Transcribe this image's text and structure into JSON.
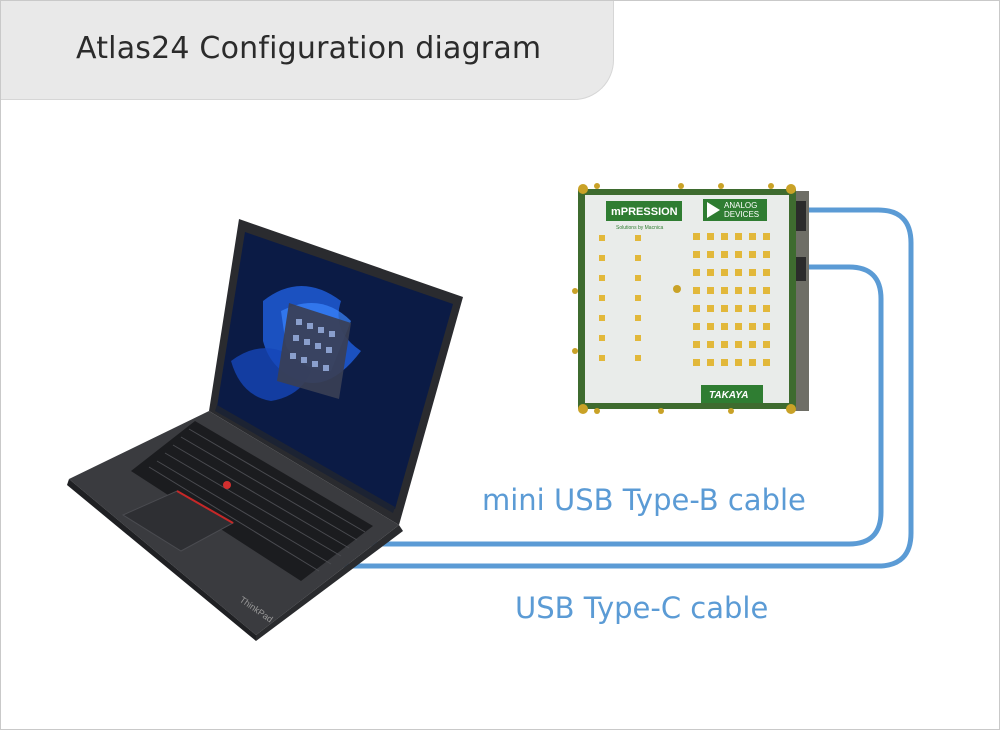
{
  "title": "Atlas24 Configuration diagram",
  "cables": [
    {
      "label": "mini USB Type-B cable",
      "color": "#5b9bd5"
    },
    {
      "label": "USB Type-C cable",
      "color": "#5b9bd5"
    }
  ],
  "board": {
    "logos": [
      "mPRESSION",
      "Solutions by Macnica",
      "ANALOG",
      "DEVICES",
      "TAKAYA"
    ]
  },
  "laptop": {
    "brand": "ThinkPad"
  }
}
